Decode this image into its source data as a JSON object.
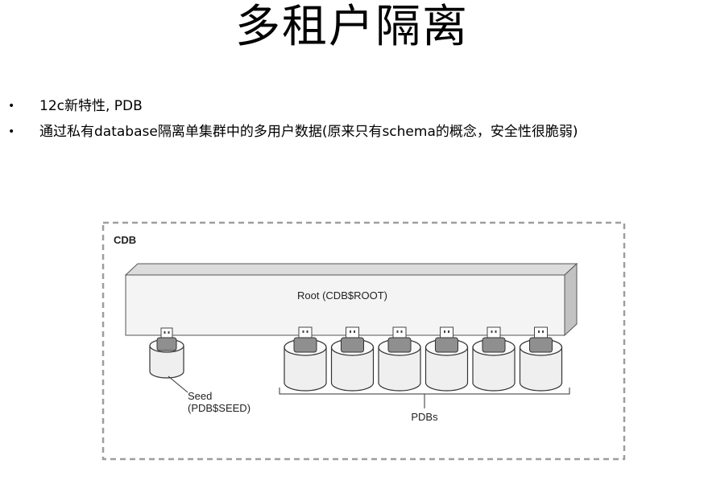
{
  "slide": {
    "title": "多租户隔离",
    "bullets": [
      {
        "symbol": "•",
        "text": "12c新特性, PDB"
      },
      {
        "symbol": "•",
        "text": "通过私有database隔离单集群中的多用户数据(原来只有schema的概念，安全性很脆弱)"
      }
    ]
  },
  "diagram": {
    "container_label": "CDB",
    "root_label": "Root (CDB$ROOT)",
    "seed_label": [
      "Seed",
      "(PDB$SEED)"
    ],
    "pdbs_label": "PDBs",
    "pdb_count": 6,
    "colors": {
      "border_dashed": "#9e9e9e",
      "root_front": "#f4f4f4",
      "root_top": "#dcdcdc",
      "root_side": "#c2c2c2",
      "cylinder_body": "#efefef",
      "plug": "#8f8f8f"
    }
  }
}
